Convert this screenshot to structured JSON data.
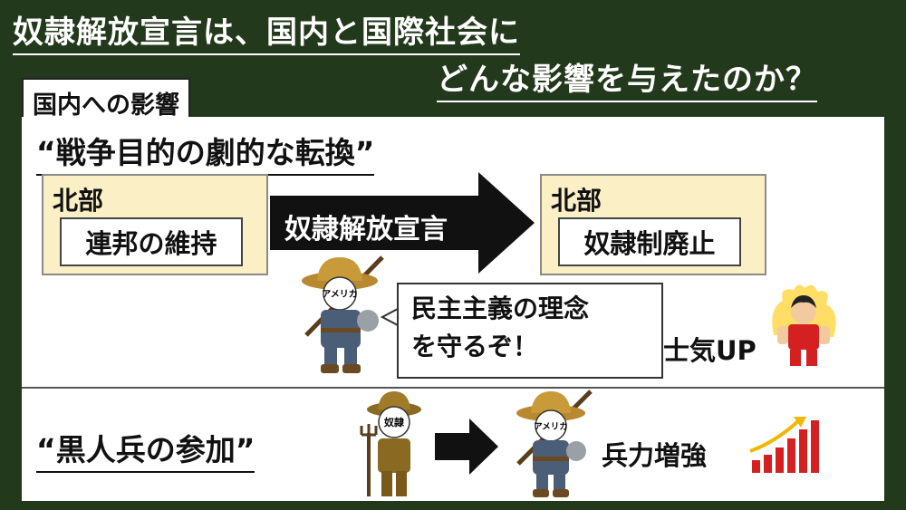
{
  "title": {
    "line1": "奴隷解放宣言は、国内と国際社会に",
    "line2": "どんな影響を与えたのか？"
  },
  "tab_label": "国内への影響",
  "section1": {
    "heading": "“戦争目的の劇的な転換”",
    "left": {
      "region": "北部",
      "goal": "連邦の維持"
    },
    "arrow_label": "奴隷解放宣言",
    "right": {
      "region": "北部",
      "goal": "奴隷制廃止"
    },
    "soldier_label": "アメリカ",
    "speech": [
      "民主主義の理念",
      "を守るぞ！"
    ],
    "morale": "士気UP"
  },
  "section2": {
    "heading": "“黒人兵の参加”",
    "slave_label": "奴隷",
    "soldier_label": "アメリカ",
    "result": "兵力増強"
  },
  "colors": {
    "background": "#22391b",
    "beige": "#fbefc6",
    "arrow": "#111111",
    "chart_red": "#d42020",
    "chart_arrow": "#f2b705"
  }
}
